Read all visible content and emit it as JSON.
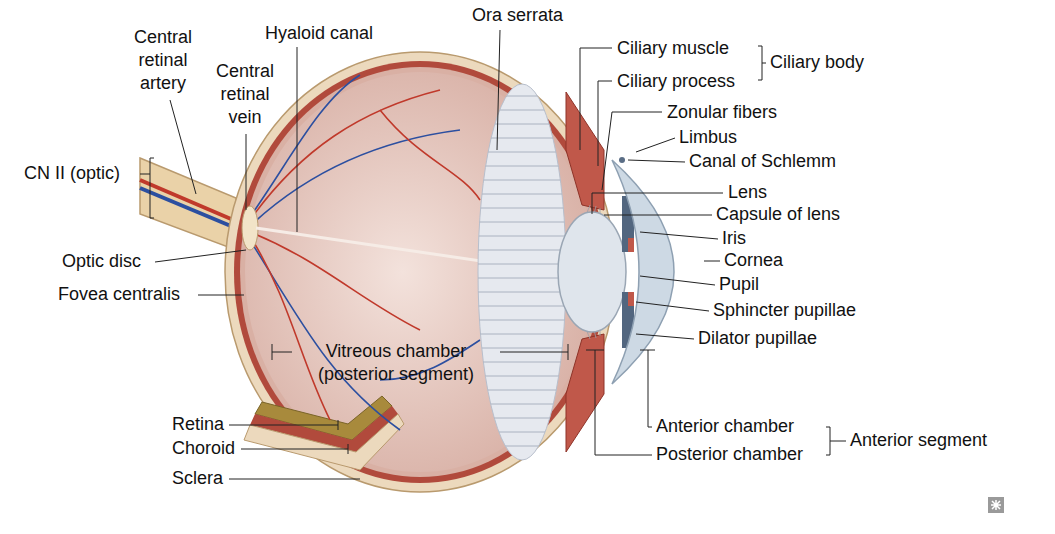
{
  "diagram": {
    "labels": [
      "Central retinal artery",
      "Hyaloid canal",
      "Ora serrata",
      "Ciliary muscle",
      "Ciliary body",
      "Ciliary process",
      "Central retinal vein",
      "Zonular fibers",
      "Limbus",
      "Canal of Schlemm",
      "CN II (optic)",
      "Lens",
      "Capsule of lens",
      "Iris",
      "Optic disc",
      "Cornea",
      "Fovea centralis",
      "Pupil",
      "Sphincter pupillae",
      "Vitreous chamber (posterior segment)",
      "Dilator pupillae",
      "Retina",
      "Choroid",
      "Sclera",
      "Anterior chamber",
      "Anterior segment",
      "Posterior chamber"
    ]
  }
}
